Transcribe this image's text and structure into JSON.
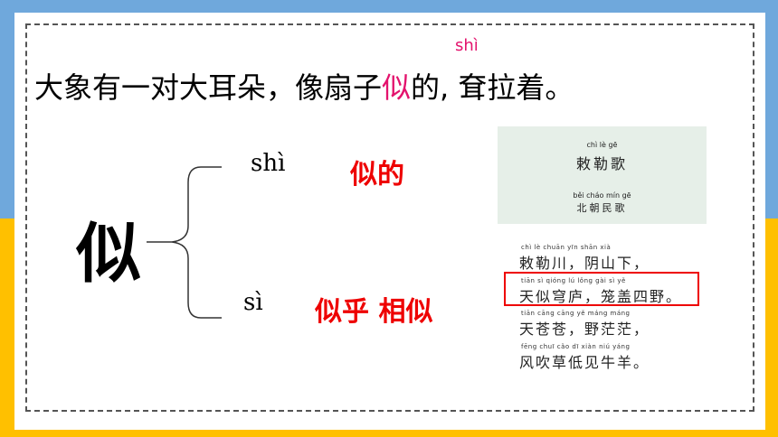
{
  "pinyin_top": "shì",
  "sentence": {
    "before": "大象有一对大耳朵，像扇子",
    "highlight": "似",
    "after": "的, 耷拉着。"
  },
  "big_char": "似",
  "readings": [
    {
      "pinyin": "shì",
      "words": "似的"
    },
    {
      "pinyin": "sì",
      "words": "似乎  相似"
    }
  ],
  "poem": {
    "title_pinyin": "chì  lè  gē",
    "title": "敕勒歌",
    "author_pinyin": "běi cháo mín  gē",
    "author": "北朝民歌",
    "lines": [
      {
        "pinyin": "chì   lè   chuān        yīn  shān  xià",
        "text": "敕勒川，阴山下，"
      },
      {
        "pinyin": "tiān   sì  qióng  lú        lǒng  gài   sì    yě",
        "text": "天似穹庐，笼盖四野。"
      },
      {
        "pinyin": "tiān  cāng cāng       yě  máng máng",
        "text": "天苍苍，野茫茫，"
      },
      {
        "pinyin": "fēng chuī  cǎo   dī   xiàn  niú  yáng",
        "text": "风吹草低见牛羊。"
      }
    ]
  },
  "colors": {
    "highlight": "#e3136d",
    "word_red": "#ee0000",
    "top_band": "#6fa8dc",
    "bottom_band": "#ffc000"
  }
}
